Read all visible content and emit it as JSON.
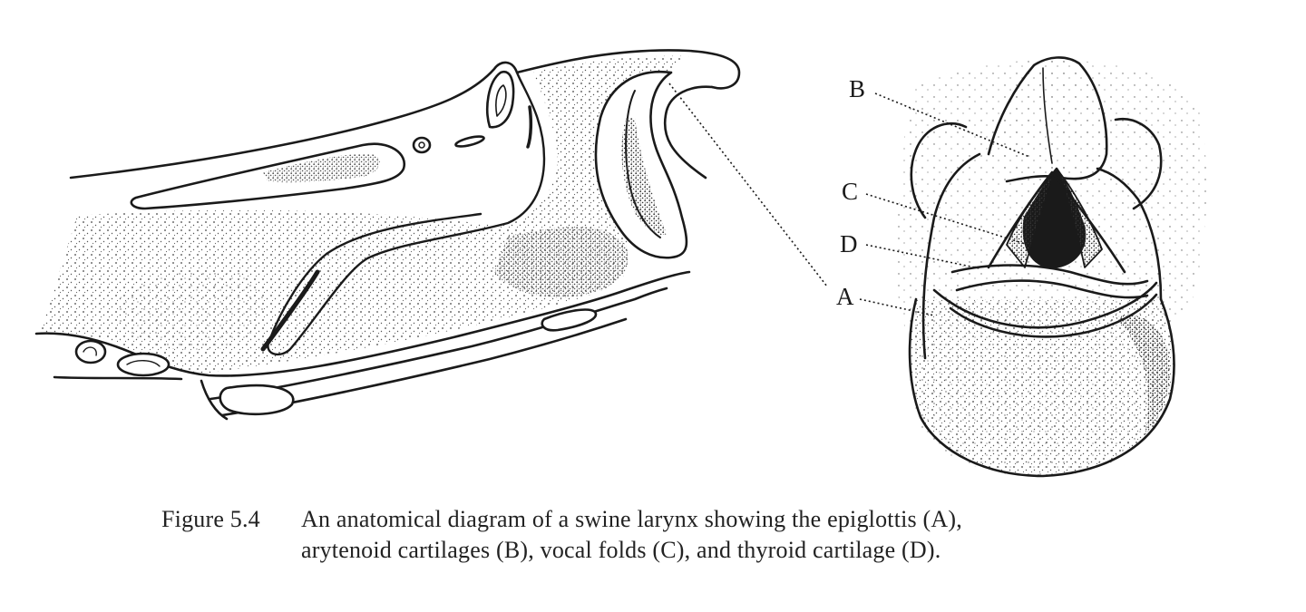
{
  "figure": {
    "labels": {
      "A": "A",
      "B": "B",
      "C": "C",
      "D": "D"
    },
    "small_annotations": [
      "?",
      "?"
    ]
  },
  "caption": {
    "number": "Figure 5.4",
    "line1": "An anatomical diagram of a swine larynx showing the epiglottis (A),",
    "line2": "arytenoid cartilages (B), vocal folds (C), and thyroid cartilage (D)."
  },
  "colors": {
    "ink": "#1a1a1a",
    "background": "#ffffff"
  }
}
